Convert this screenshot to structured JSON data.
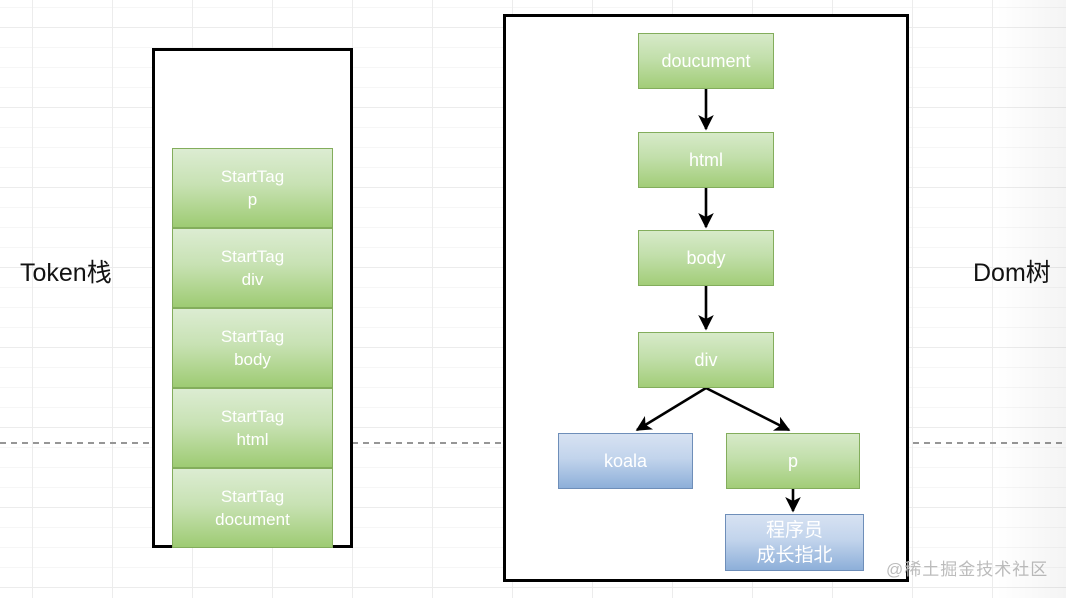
{
  "labels": {
    "token_stack": "Token栈",
    "dom_tree": "Dom树"
  },
  "watermark": "@稀土掘金技术社区",
  "token_stack": {
    "items": [
      {
        "line1": "StartTag",
        "line2": "p"
      },
      {
        "line1": "StartTag",
        "line2": "div"
      },
      {
        "line1": "StartTag",
        "line2": "body"
      },
      {
        "line1": "StartTag",
        "line2": "html"
      },
      {
        "line1": "StartTag",
        "line2": "document"
      }
    ]
  },
  "dom_tree": {
    "nodes": [
      {
        "id": "doucument",
        "label": "doucument",
        "color": "green"
      },
      {
        "id": "html",
        "label": "html",
        "color": "green"
      },
      {
        "id": "body",
        "label": "body",
        "color": "green"
      },
      {
        "id": "div",
        "label": "div",
        "color": "green"
      },
      {
        "id": "koala",
        "label": "koala",
        "color": "blue"
      },
      {
        "id": "p",
        "label": "p",
        "color": "green"
      },
      {
        "id": "author",
        "line1": "程序员",
        "line2": "成长指北",
        "color": "blue"
      }
    ],
    "edges": [
      {
        "from": "doucument",
        "to": "html"
      },
      {
        "from": "html",
        "to": "body"
      },
      {
        "from": "body",
        "to": "div"
      },
      {
        "from": "div",
        "to": "koala"
      },
      {
        "from": "div",
        "to": "p"
      },
      {
        "from": "p",
        "to": "author"
      }
    ]
  },
  "colors": {
    "node_green_top": "#dcecd2",
    "node_green_bottom": "#9ecb73",
    "node_green_border": "#83ad5c",
    "node_blue_top": "#d7e2f2",
    "node_blue_bottom": "#8dafd9",
    "node_blue_border": "#6e8eb9",
    "container_border": "#000000",
    "dashed_line": "#969696",
    "arrow": "#000000",
    "watermark_color": "#bcbcbc"
  }
}
